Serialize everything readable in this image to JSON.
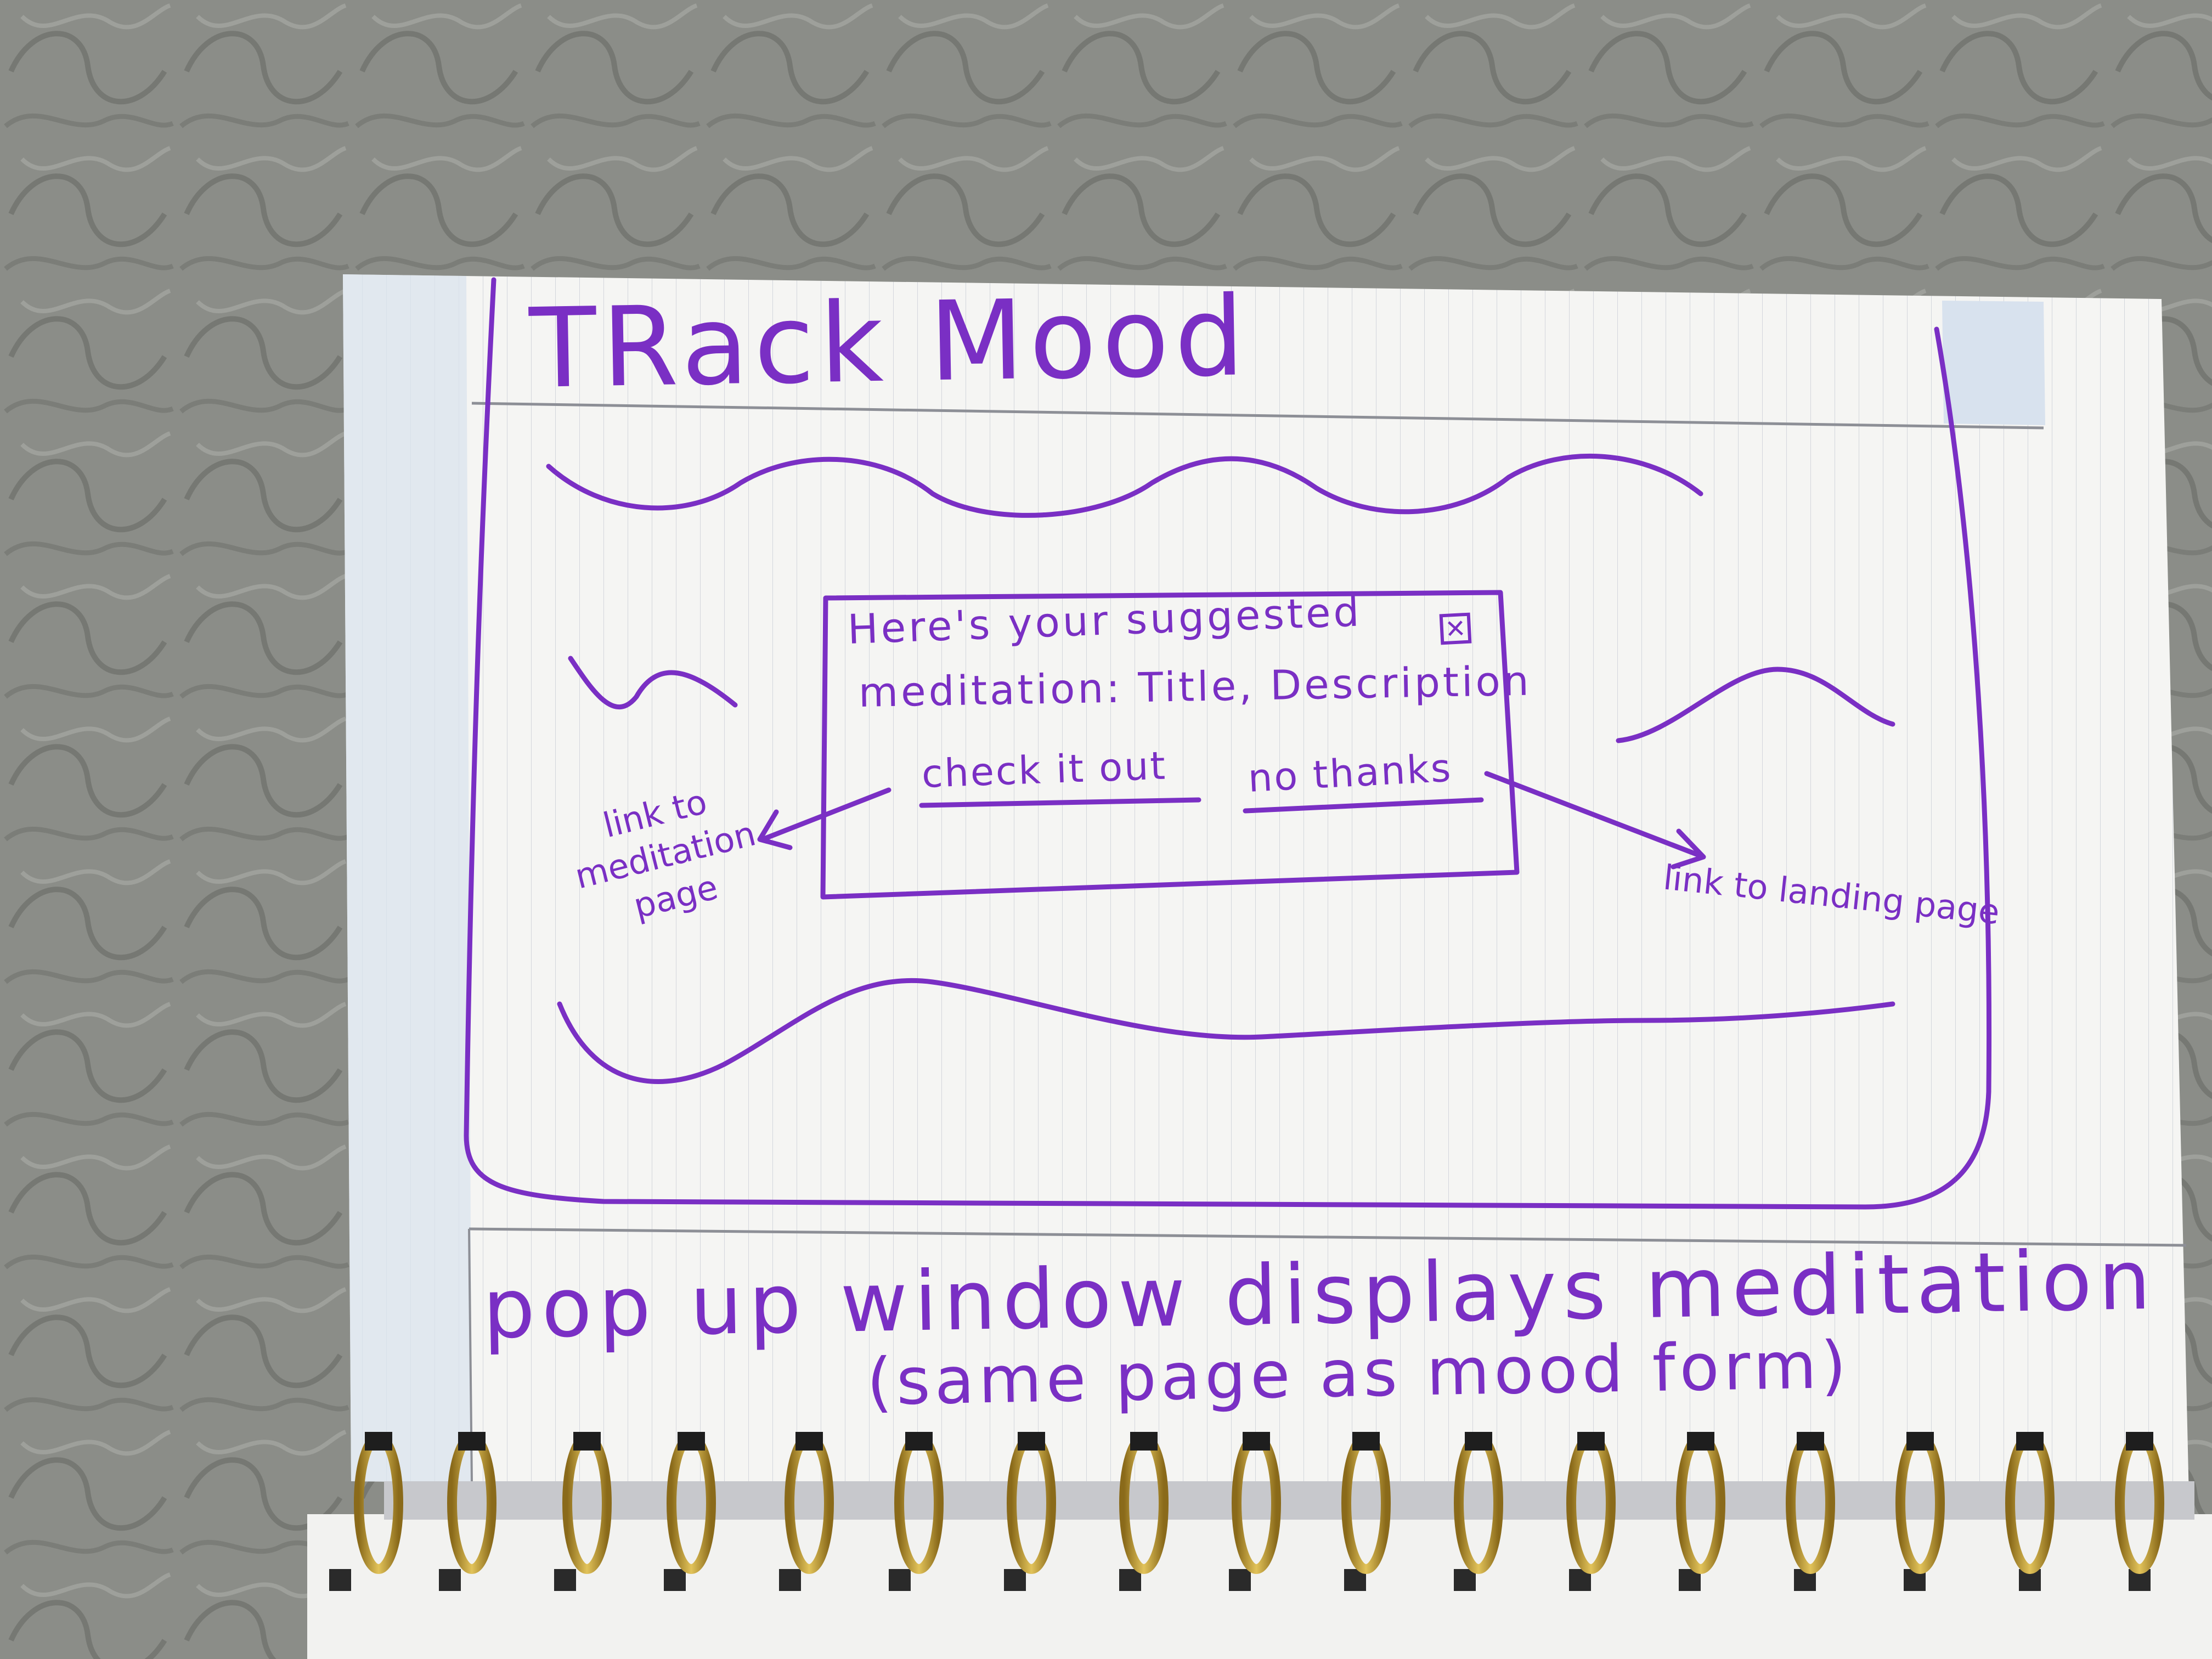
{
  "sketch": {
    "title": "TRack Mood",
    "popup": {
      "line1": "Here's your suggested",
      "line2": "meditation: Title, Description",
      "close_icon": "close-icon",
      "check_label": "check it out",
      "no_label": "no thanks"
    },
    "annotations": {
      "left": "link to meditation page",
      "right": "link to landing page"
    },
    "caption": {
      "line1": "pop up window displays meditation",
      "line2": "(same page as mood form)"
    }
  },
  "colors": {
    "ink": "#7a2fc4",
    "paper": "#f4f4f2",
    "rule": "#c9ccd3",
    "background": "#8d8f8a",
    "ring": "#c9a43a"
  }
}
